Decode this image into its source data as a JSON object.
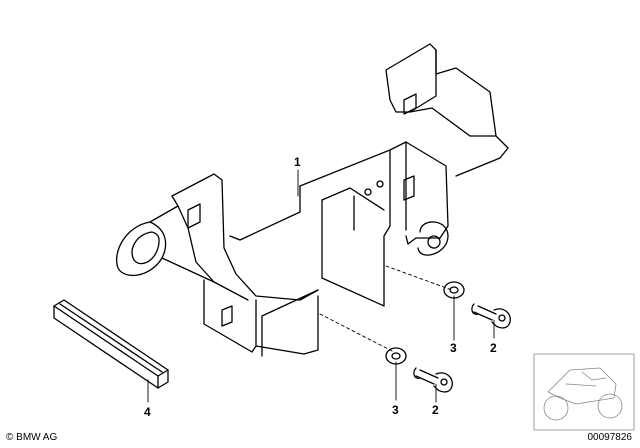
{
  "callouts": {
    "bracket": "1",
    "screw_upper": "2",
    "washer_upper": "3",
    "screw_lower": "2",
    "washer_lower": "3",
    "rubber_strip": "4"
  },
  "footer": {
    "copyright": "© BMW AG",
    "doc_number": "00097826"
  },
  "colors": {
    "line": "#000000",
    "background": "#ffffff",
    "thumbnail_line": "#888888"
  }
}
